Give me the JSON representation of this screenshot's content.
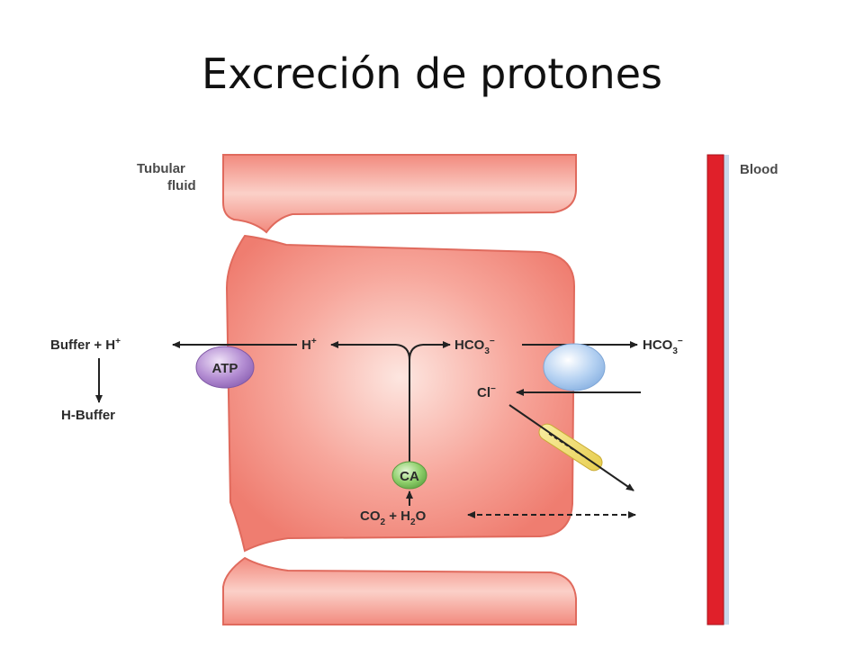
{
  "title": "Excreción de protones",
  "labels": {
    "tubular_fluid_line1": "Tubular",
    "tubular_fluid_line2": "fluid",
    "blood": "Blood",
    "buffer_plus_h": "Buffer + H",
    "h_buffer": "H-Buffer",
    "atp": "ATP",
    "h_ion": "H",
    "plus": "+",
    "hco3_cell": "HCO",
    "hco3_blood": "HCO",
    "sub3": "3",
    "minus": "−",
    "cl": "Cl",
    "ca": "CA",
    "co2": "CO",
    "sub2": "2",
    "plus_h2o": " + H",
    "o": "O"
  },
  "colors": {
    "cell_fill": "#f2897c",
    "cell_edge": "#e06a5d",
    "blood_vessel": "#e0202a",
    "atp_pump": "#a57cc6",
    "exchanger": "#a9c9ee",
    "ca_enzyme": "#7cc45a",
    "channel": "#f1de72"
  }
}
